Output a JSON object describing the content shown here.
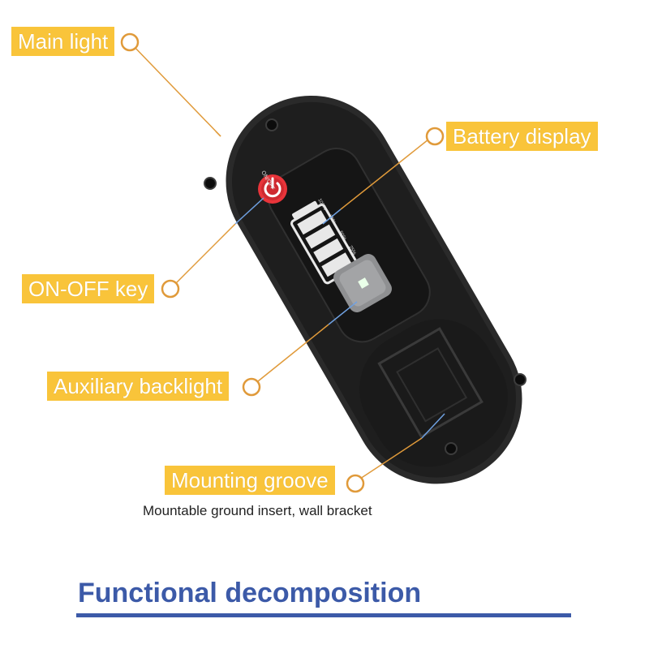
{
  "labels": {
    "main_light": "Main light",
    "battery_display": "Battery display",
    "on_off_key": "ON-OFF key",
    "auxiliary_backlight": "Auxiliary backlight",
    "mounting_groove": "Mounting groove"
  },
  "device": {
    "power_key_label": "ON/OFF",
    "battery_levels": [
      "100%",
      "75%",
      "50%",
      "25%"
    ]
  },
  "caption": "Mountable ground insert, wall bracket",
  "footer": {
    "title": "Functional decomposition"
  },
  "colors": {
    "callout_bg": "#f9c43a",
    "leader_orange": "#e09a3a",
    "leader_blue": "#6fa0e0",
    "power_red": "#e8343a",
    "footer_blue": "#3c5aa8"
  }
}
